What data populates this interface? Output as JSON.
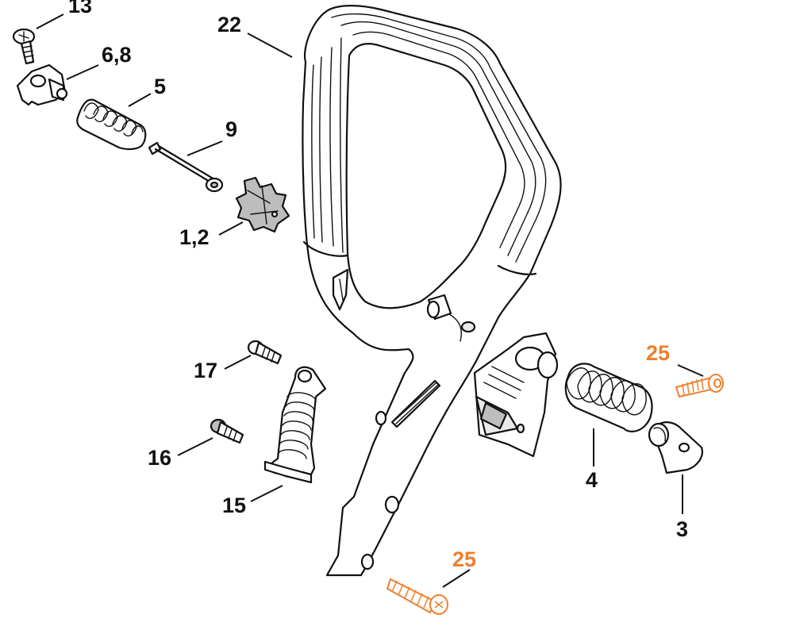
{
  "labels": {
    "p13": "13",
    "p22": "22",
    "p6_8": "6,8",
    "p5": "5",
    "p9": "9",
    "p1_2": "1,2",
    "p17": "17",
    "p16": "16",
    "p15": "15",
    "p4": "4",
    "p3": "3",
    "p25a": "25",
    "p25b": "25"
  },
  "colors": {
    "ink": "#111111",
    "highlight": "#ee7f2d",
    "background": "#ffffff"
  }
}
